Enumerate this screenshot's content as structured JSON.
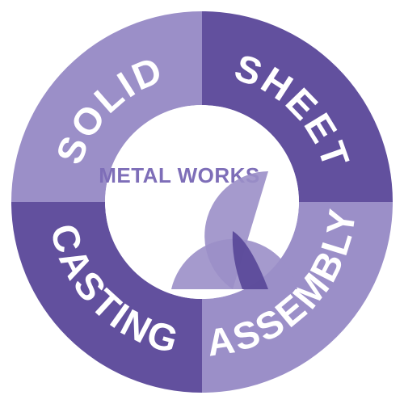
{
  "colors": {
    "light": "#9b8fc8",
    "dark": "#62509e",
    "overlap": "#5b4a9a",
    "text_on_ring": "#ffffff",
    "title": "#7e6eb8"
  },
  "center": {
    "title": "METAL WORKS",
    "logo": "petal-logo"
  },
  "segments": [
    {
      "label": "SOLID",
      "position": "top-left",
      "tone": "light"
    },
    {
      "label": "SHEET",
      "position": "top-right",
      "tone": "dark"
    },
    {
      "label": "ASSEMBLY",
      "position": "bottom-right",
      "tone": "light"
    },
    {
      "label": "CASTING",
      "position": "bottom-left",
      "tone": "dark"
    }
  ]
}
